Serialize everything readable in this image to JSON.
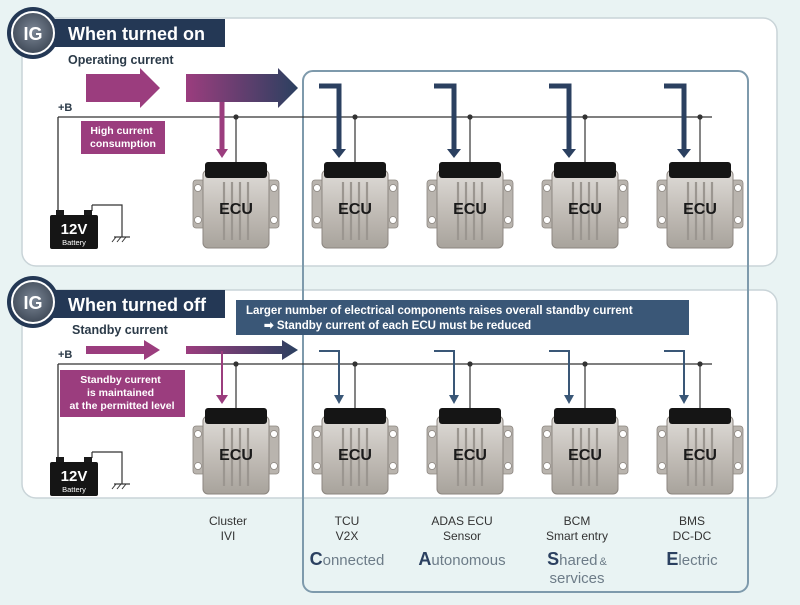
{
  "ig_badge": "IG",
  "top_panel": {
    "title": "When turned on",
    "current_label": "Operating current",
    "rail_label": "+B",
    "callout": [
      "High current",
      "consumption"
    ]
  },
  "bottom_panel": {
    "title": "When turned off",
    "current_label": "Standby current",
    "rail_label": "+B",
    "callout": [
      "Standby current",
      "is maintained",
      "at the permitted level"
    ]
  },
  "banner": [
    "Larger number of electrical components raises overall standby current",
    "➡  Standby current of each ECU must be reduced"
  ],
  "ecu_label": "ECU",
  "battery": {
    "voltage": "12V",
    "label": "Battery"
  },
  "groups": [
    {
      "lines": [
        "Cluster",
        "IVI"
      ],
      "case_initial": "",
      "case_rest": []
    },
    {
      "lines": [
        "TCU",
        "V2X"
      ],
      "case_initial": "C",
      "case_rest": [
        "onnected"
      ]
    },
    {
      "lines": [
        "ADAS ECU",
        "Sensor"
      ],
      "case_initial": "A",
      "case_rest": [
        "utonomous"
      ]
    },
    {
      "lines": [
        "BCM",
        "Smart entry"
      ],
      "case_initial": "S",
      "case_rest": [
        "hared",
        "&",
        "services"
      ]
    },
    {
      "lines": [
        "BMS",
        "DC-DC"
      ],
      "case_initial": "E",
      "case_rest": [
        "lectric"
      ]
    }
  ],
  "colors": {
    "magenta": "#9b3d7e",
    "navy": "#2b4060",
    "steel": "#3a5777",
    "frame": "#7e9aac",
    "grey_text": "#6d7c88"
  }
}
